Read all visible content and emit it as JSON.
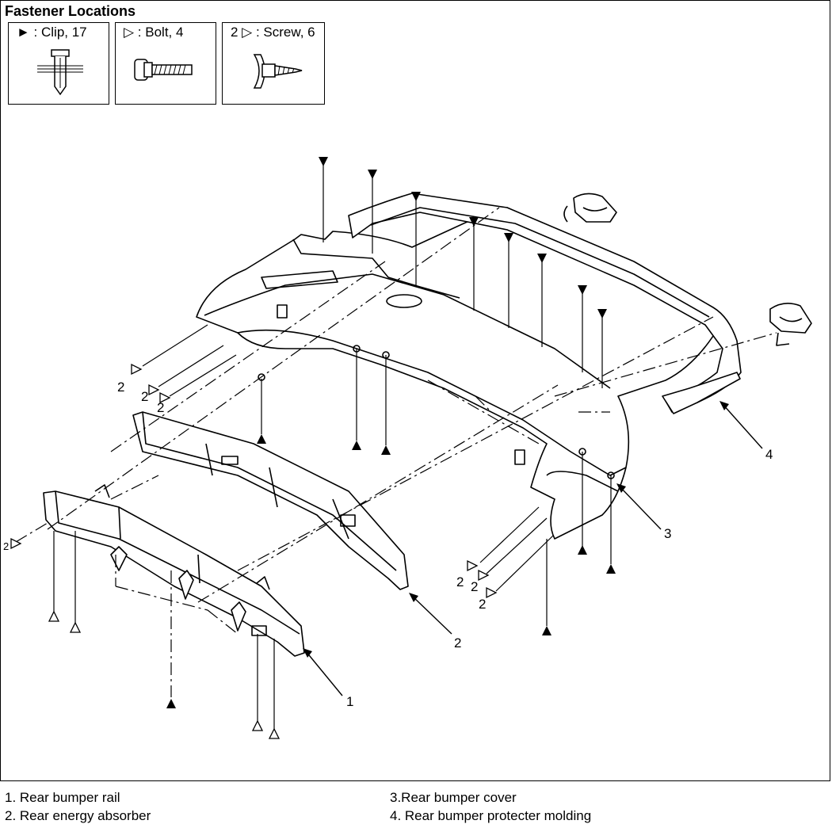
{
  "title": "Fastener Locations",
  "legend": [
    {
      "label": "► : Clip, 17",
      "icon": "clip-icon"
    },
    {
      "label": "▷ : Bolt, 4",
      "icon": "bolt-icon"
    },
    {
      "label": "2 ▷ : Screw, 6",
      "icon": "screw-icon"
    }
  ],
  "callouts": {
    "rail": "1",
    "absorber": "2",
    "cover": "3",
    "molding": "4",
    "screw": "2"
  },
  "captions": [
    "1. Rear bumper rail",
    "2. Rear energy absorber",
    "3.Rear bumper cover",
    "4. Rear bumper protecter molding"
  ]
}
